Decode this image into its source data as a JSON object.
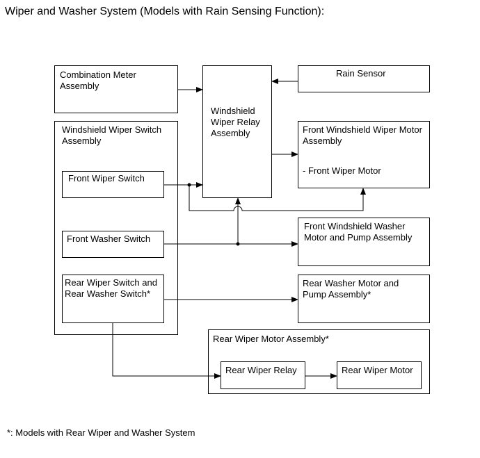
{
  "title": "Wiper and Washer System (Models with Rain Sensing Function):",
  "boxes": {
    "combination_meter": "Combination Meter\nAssembly",
    "wiper_relay": "Windshield\nWiper Relay\nAssembly",
    "rain_sensor": "Rain Sensor",
    "wiper_switch_assembly": "Windshield Wiper Switch\nAssembly",
    "front_wiper_switch": "Front Wiper Switch",
    "front_washer_switch": "Front Washer Switch",
    "rear_switch": "Rear Wiper Switch and\nRear Washer Switch*",
    "front_wiper_motor_assembly": "Front Windshield Wiper Motor\nAssembly",
    "front_wiper_motor": "- Front Wiper Motor",
    "front_washer_motor": "Front Windshield Washer\nMotor and Pump Assembly",
    "rear_washer_motor": "Rear Washer Motor and\nPump Assembly*",
    "rear_wiper_motor_assembly": "Rear Wiper Motor Assembly*",
    "rear_wiper_relay": "Rear Wiper Relay",
    "rear_wiper_motor": "Rear Wiper Motor"
  },
  "footnote": "*: Models with Rear Wiper and Washer System"
}
